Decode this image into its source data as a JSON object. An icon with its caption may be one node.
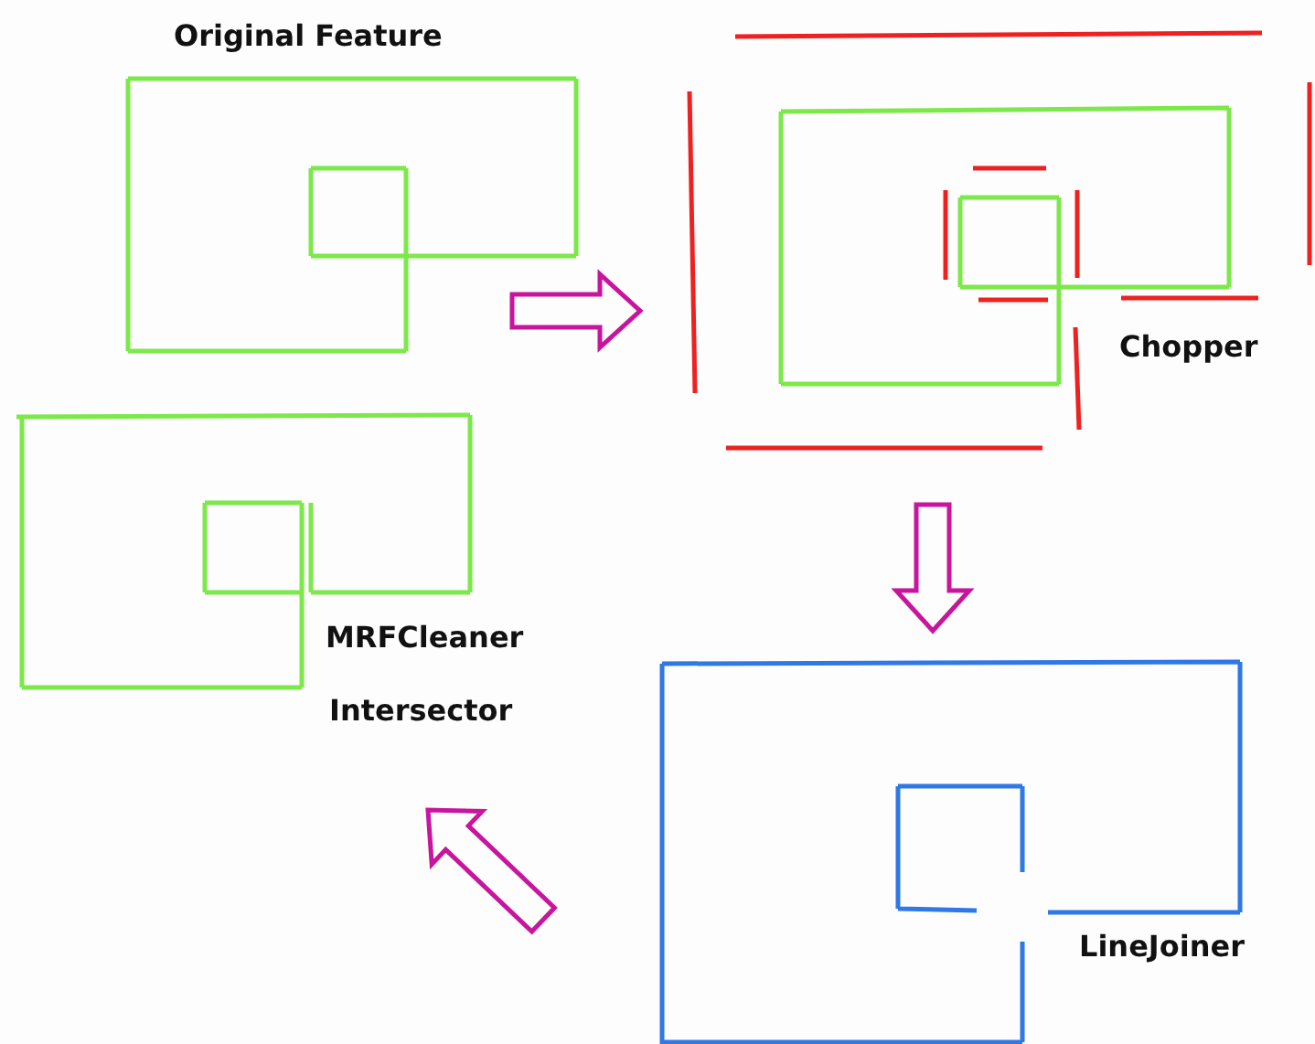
{
  "diagram": {
    "nodes": [
      {
        "text": [
          "Original Feature"
        ]
      },
      {
        "text": [
          "Chopper"
        ]
      },
      {
        "text": [
          "LineJoiner"
        ]
      },
      {
        "text": [
          "MRFCleaner",
          "Intersector"
        ]
      }
    ],
    "edges": [
      {
        "from": 0,
        "to": 1,
        "arrow": "to"
      },
      {
        "from": 1,
        "to": 2,
        "arrow": "to"
      },
      {
        "from": 2,
        "to": 3,
        "arrow": "to"
      }
    ]
  }
}
